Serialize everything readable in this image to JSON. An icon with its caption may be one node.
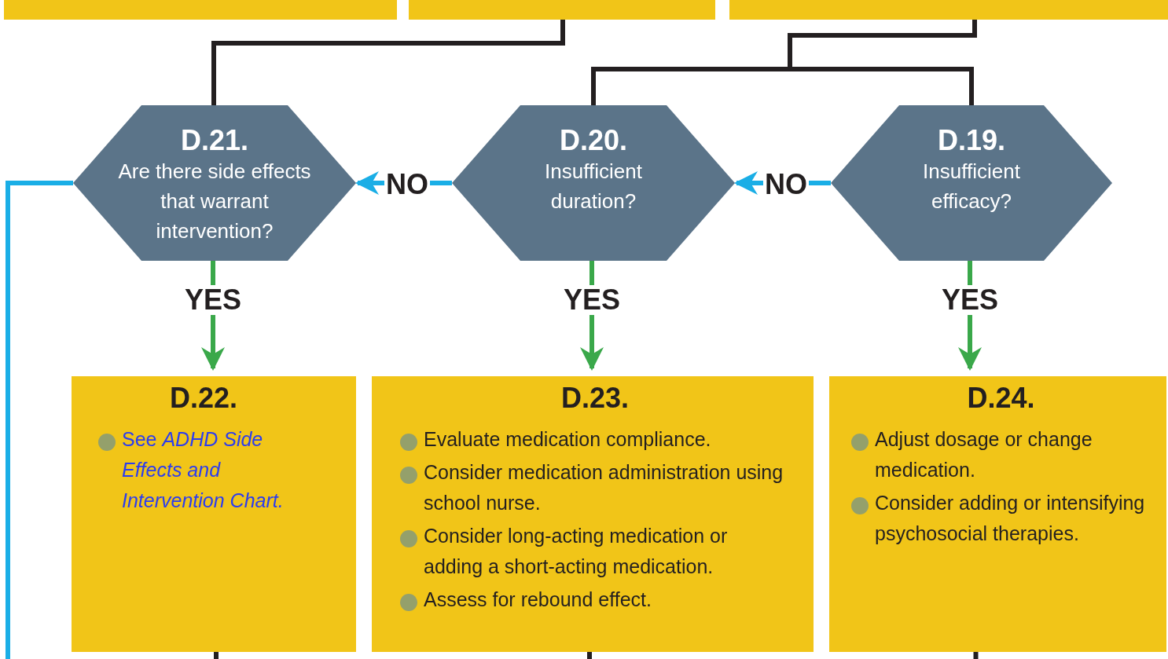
{
  "diagram": {
    "nodes": [
      {
        "text": [],
        "shape": "box"
      },
      {
        "text": [],
        "shape": "box"
      },
      {
        "text": [],
        "shape": "box"
      },
      {
        "text": [
          "D.21.",
          "Are there side effects that warrant intervention?"
        ]
      },
      {
        "text": [
          "D.20.",
          "Insufficient duration?"
        ]
      },
      {
        "text": [
          "D.19.",
          "Insufficient efficacy?"
        ]
      },
      {
        "text": [
          "D.22.",
          "See *ADHD Side Effects and Intervention Chart.*"
        ]
      },
      {
        "text": [
          "D.23.",
          "Evaluate medication compliance.",
          "Consider medication administration using school nurse.",
          "Consider long-acting medication or adding a short-acting medication.",
          "Assess for rebound effect."
        ]
      },
      {
        "text": [
          "D.24.",
          "Adjust dosage or change medication.",
          "Consider adding or intensifying psychosocial therapies."
        ]
      }
    ],
    "edges": [
      {
        "from": 1,
        "to": 3,
        "arrow": "none"
      },
      {
        "from": 2,
        "to": 4,
        "arrow": "none"
      },
      {
        "from": 2,
        "to": 5,
        "arrow": "none"
      },
      {
        "from": 5,
        "to": 4,
        "arrow": "to",
        "label": "NO",
        "color": "#1aaee6"
      },
      {
        "from": 4,
        "to": 3,
        "arrow": "to",
        "label": "NO",
        "color": "#1aaee6"
      },
      {
        "from": 3,
        "to": 6,
        "arrow": "to",
        "label": "YES",
        "color": "#3aa84a"
      },
      {
        "from": 4,
        "to": 7,
        "arrow": "to",
        "label": "YES",
        "color": "#3aa84a"
      },
      {
        "from": 5,
        "to": 8,
        "arrow": "to",
        "label": "YES",
        "color": "#3aa84a"
      },
      {
        "from": 3,
        "to": null,
        "arrow": "none",
        "color": "#1aaee6"
      },
      {
        "from": 6,
        "to": null,
        "arrow": "none"
      },
      {
        "from": 7,
        "to": null,
        "arrow": "none"
      },
      {
        "from": 8,
        "to": null,
        "arrow": "none"
      }
    ]
  }
}
